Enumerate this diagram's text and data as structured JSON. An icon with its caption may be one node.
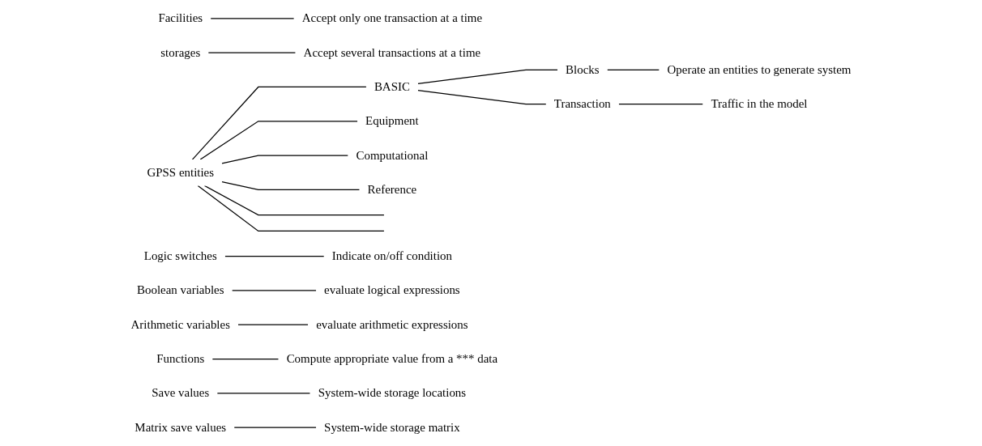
{
  "diagram": {
    "nodes": [
      {
        "text": [
          "GPSS entities"
        ]
      },
      {
        "text": [
          "BASIC"
        ]
      },
      {
        "text": [
          "Equipment"
        ]
      },
      {
        "text": [
          "Computational"
        ]
      },
      {
        "text": [
          "Reference"
        ]
      },
      {
        "text": [
          "Blocks"
        ]
      },
      {
        "text": [
          "Transaction"
        ]
      },
      {
        "text": [
          "Operate an entities to generate system"
        ]
      },
      {
        "text": [
          "Traffic in the model"
        ]
      },
      {
        "text": [
          "Facilities"
        ]
      },
      {
        "text": [
          "storages"
        ]
      },
      {
        "text": [
          "Logic switches"
        ]
      },
      {
        "text": [
          "Accept only one transaction at a time"
        ]
      },
      {
        "text": [
          "Accept several transactions at a time"
        ]
      },
      {
        "text": [
          "Indicate on/off condition"
        ]
      },
      {
        "text": [
          "Boolean variables"
        ]
      },
      {
        "text": [
          "Arithmetic variables"
        ]
      },
      {
        "text": [
          "Functions"
        ]
      },
      {
        "text": [
          "evaluate logical expressions"
        ]
      },
      {
        "text": [
          "evaluate arithmetic expressions"
        ]
      },
      {
        "text": [
          "Compute appropriate value from a *** data"
        ]
      },
      {
        "text": [
          "Save values"
        ]
      },
      {
        "text": [
          "Matrix save values"
        ]
      },
      {
        "text": [
          "System-wide storage locations"
        ]
      },
      {
        "text": [
          "System-wide storage matrix"
        ]
      }
    ],
    "edges": [
      {
        "from": 0,
        "to": 1,
        "arrow": "none"
      },
      {
        "from": 0,
        "to": 2,
        "arrow": "none"
      },
      {
        "from": 0,
        "to": 3,
        "arrow": "none"
      },
      {
        "from": 0,
        "to": 4,
        "arrow": "none"
      },
      {
        "from": 0,
        "to": null,
        "arrow": "none"
      },
      {
        "from": 0,
        "to": null,
        "arrow": "none"
      },
      {
        "from": 1,
        "to": 5,
        "arrow": "none"
      },
      {
        "from": 1,
        "to": 6,
        "arrow": "none"
      },
      {
        "from": 5,
        "to": 7,
        "arrow": "none"
      },
      {
        "from": 6,
        "to": 8,
        "arrow": "none"
      },
      {
        "from": 9,
        "to": 12,
        "arrow": "none"
      },
      {
        "from": 10,
        "to": 13,
        "arrow": "none"
      },
      {
        "from": 11,
        "to": 14,
        "arrow": "none"
      },
      {
        "from": 15,
        "to": 18,
        "arrow": "none"
      },
      {
        "from": 16,
        "to": 19,
        "arrow": "none"
      },
      {
        "from": 17,
        "to": 20,
        "arrow": "none"
      },
      {
        "from": 21,
        "to": 23,
        "arrow": "none"
      },
      {
        "from": 22,
        "to": 24,
        "arrow": "none"
      }
    ]
  }
}
